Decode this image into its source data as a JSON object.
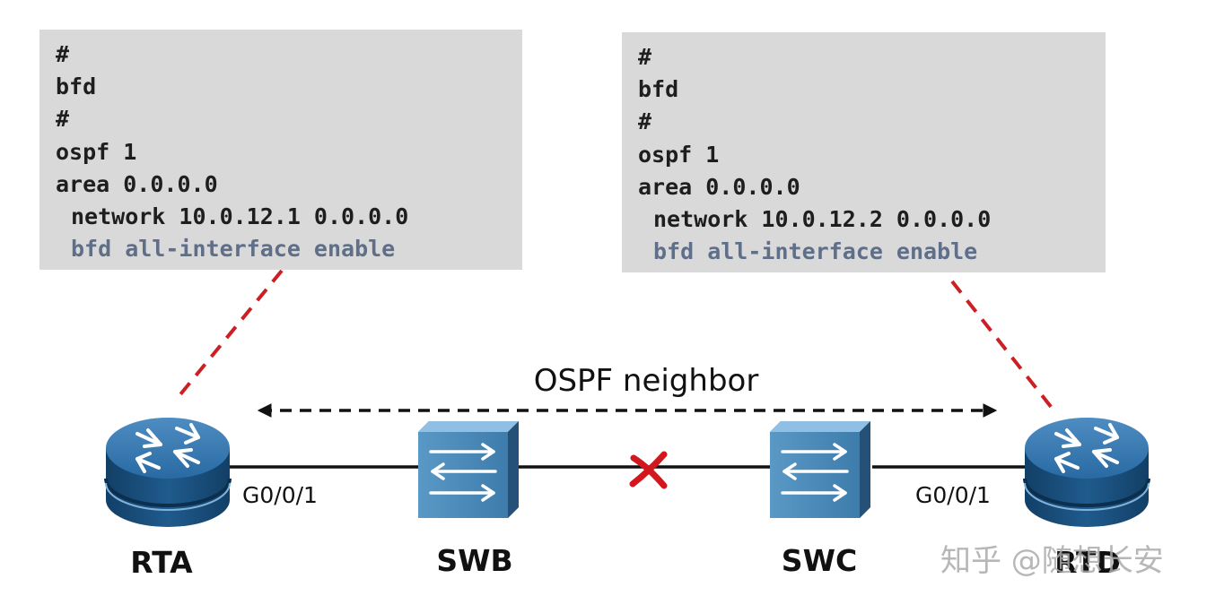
{
  "colors": {
    "config_bg": "#d9d9d9",
    "highlight_text": "#5f6e89",
    "dashed_red": "#cc1f24",
    "fail_mark": "#d0181e",
    "router_blue": "#1d5a8c",
    "switch_blue": "#3e7fae"
  },
  "config_left": {
    "lines": [
      {
        "text": "#",
        "indent": false,
        "highlight": false
      },
      {
        "text": "bfd",
        "indent": false,
        "highlight": false
      },
      {
        "text": "#",
        "indent": false,
        "highlight": false
      },
      {
        "text": "ospf 1",
        "indent": false,
        "highlight": false
      },
      {
        "text": "area 0.0.0.0",
        "indent": false,
        "highlight": false
      },
      {
        "text": "network 10.0.12.1 0.0.0.0",
        "indent": true,
        "highlight": false
      },
      {
        "text": "bfd all-interface enable",
        "indent": true,
        "highlight": true
      }
    ]
  },
  "config_right": {
    "lines": [
      {
        "text": "#",
        "indent": false,
        "highlight": false
      },
      {
        "text": "bfd",
        "indent": false,
        "highlight": false
      },
      {
        "text": "#",
        "indent": false,
        "highlight": false
      },
      {
        "text": "ospf 1",
        "indent": false,
        "highlight": false
      },
      {
        "text": "area 0.0.0.0",
        "indent": false,
        "highlight": false
      },
      {
        "text": "network 10.0.12.2 0.0.0.0",
        "indent": true,
        "highlight": false
      },
      {
        "text": "bfd all-interface enable",
        "indent": true,
        "highlight": true
      }
    ]
  },
  "neighbor_label": "OSPF neighbor",
  "nodes": {
    "rta": {
      "label": "RTA",
      "icon": "router-icon"
    },
    "swb": {
      "label": "SWB",
      "icon": "switch-icon"
    },
    "swc": {
      "label": "SWC",
      "icon": "switch-icon"
    },
    "rtd": {
      "label": "RTD",
      "icon": "router-icon"
    }
  },
  "ports": {
    "rta": "G0/0/1",
    "rtd": "G0/0/1"
  },
  "link_failure_icon": "x-mark-icon",
  "watermark": "知乎 @随想长安"
}
